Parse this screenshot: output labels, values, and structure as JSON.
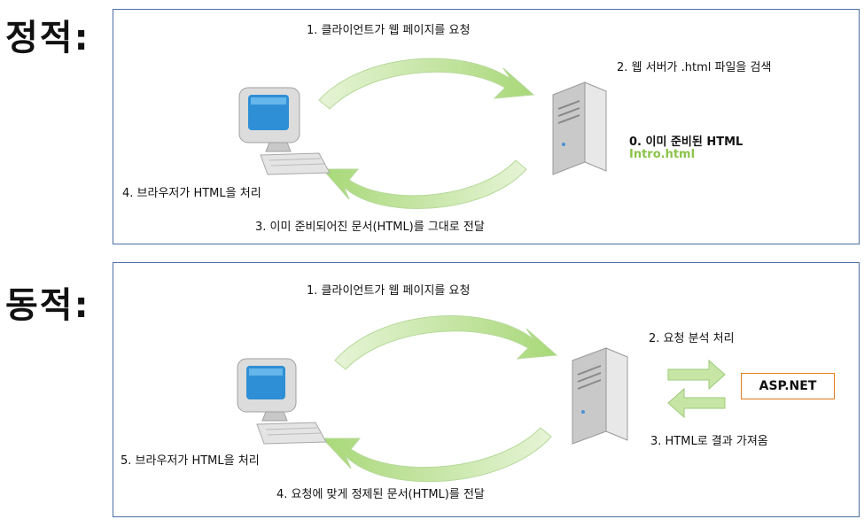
{
  "static": {
    "heading": "정적:",
    "steps": {
      "s1": "1. 클라이언트가 웹 페이지를 요청",
      "s2": "2. 웹 서버가 .html 파일을 검색",
      "s0": "0. 이미 준비된 HTML",
      "file": "Intro.html",
      "s4": "4. 브라우저가 HTML을 처리",
      "s3": "3. 이미 준비되어진 문서(HTML)를 그대로 전달"
    }
  },
  "dynamic": {
    "heading": "동적:",
    "steps": {
      "s1": "1. 클라이언트가 웹 페이지를 요청",
      "s2": "2. 요청 분석 처리",
      "asp": "ASP.NET",
      "s3": "3. HTML로 결과 가져옴",
      "s5": "5. 브라우저가 HTML을 처리",
      "s4": "4. 요청에 맞게 정제된 문서(HTML)를 전달"
    }
  },
  "colors": {
    "panel_border": "#4a6fa5",
    "arrow_green": "#a8d878",
    "file_green": "#8bc34a",
    "asp_border": "#e07a1f"
  }
}
